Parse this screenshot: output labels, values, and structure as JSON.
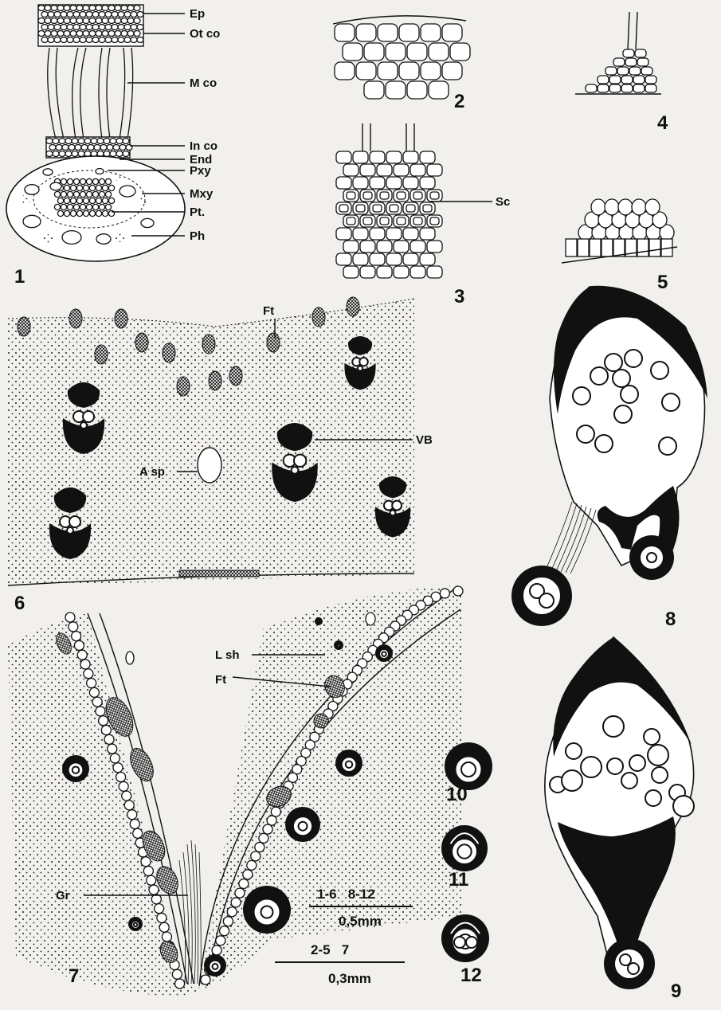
{
  "figure_numbers": [
    "1",
    "2",
    "3",
    "4",
    "5",
    "6",
    "7",
    "8",
    "9",
    "10",
    "11",
    "12"
  ],
  "fig1_labels": {
    "ep": "Ep",
    "ot_co": "Ot co",
    "m_co": "M co",
    "in_co": "In co",
    "end": "End",
    "pxy": "Pxy",
    "mxy": "Mxy",
    "pt": "Pt.",
    "ph": "Ph"
  },
  "fig3_labels": {
    "sc": "Sc"
  },
  "fig6_labels": {
    "ft": "Ft",
    "vb": "VB",
    "a_sp": "A sp"
  },
  "fig7_labels": {
    "l_sh": "L sh",
    "ft": "Ft",
    "gr": "Gr"
  },
  "scale_bars": [
    {
      "figures": "1-6   8-12",
      "length": "0,5mm"
    },
    {
      "figures": "2-5   7",
      "length": "0,3mm"
    }
  ]
}
